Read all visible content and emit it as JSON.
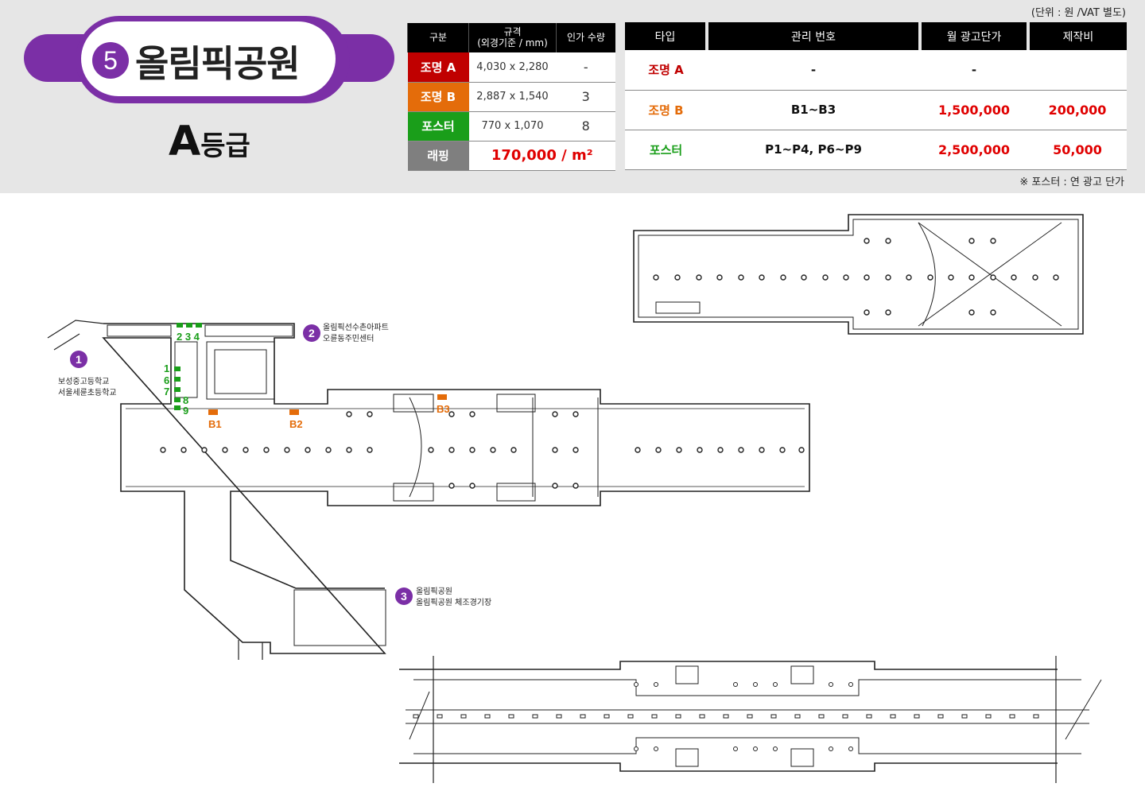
{
  "station": {
    "line_number": "5",
    "name": "올림픽공원",
    "grade_letter": "A",
    "grade_suffix": "등급",
    "line_color": "#7b2fa6"
  },
  "unit_note": "(단위 : 원 /VAT 별도)",
  "spec_table": {
    "headers": [
      "구분",
      "규격",
      "(외경기준 / mm)",
      "인가 수량"
    ],
    "rows": [
      {
        "type": "조명 A",
        "size": "4,030 x 2,280",
        "qty": "-"
      },
      {
        "type": "조명 B",
        "size": "2,887 x 1,540",
        "qty": "3"
      },
      {
        "type": "포스터",
        "size": "770 x 1,070",
        "qty": "8"
      }
    ],
    "wrapping": {
      "type": "래핑",
      "price": "170,000 / m²"
    }
  },
  "price_table": {
    "headers": [
      "타입",
      "관리 번호",
      "월 광고단가",
      "제작비"
    ],
    "rows": [
      {
        "type": "조명 A",
        "code": "-",
        "monthly": "-",
        "production": ""
      },
      {
        "type": "조명 B",
        "code": "B1~B3",
        "monthly": "1,500,000",
        "production": "200,000"
      },
      {
        "type": "포스터",
        "code": "P1~P4, P6~P9",
        "monthly": "2,500,000",
        "production": "50,000"
      }
    ]
  },
  "poster_note": "※ 포스터 : 연 광고 단가",
  "floorplan": {
    "exits": [
      {
        "num": "1",
        "line1": "보성중고등학교",
        "line2": "서울세륜초등학교"
      },
      {
        "num": "2",
        "line1": "올림픽선수촌아파트",
        "line2": "오륜동주민센터"
      },
      {
        "num": "3",
        "line1": "올림픽공원",
        "line2": "올림픽공원 체조경기장"
      }
    ],
    "poster_labels": {
      "top": "2 3 4",
      "left_a": "1",
      "left_b": "6",
      "left_c": "7",
      "left_d": "8",
      "left_e": "9"
    },
    "light_labels": [
      "B1",
      "B2",
      "B3"
    ],
    "colors": {
      "poster": "#1a9e1a",
      "light_b": "#e46c0a",
      "exit_badge": "#7b2fa6"
    }
  }
}
